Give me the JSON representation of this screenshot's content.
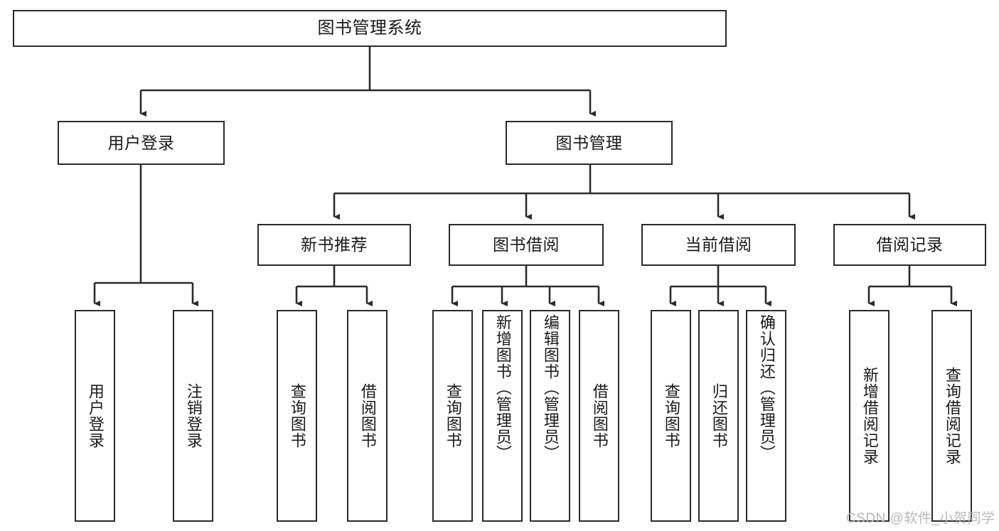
{
  "diagram": {
    "type": "tree",
    "title": "图书管理系统",
    "root": {
      "label": "图书管理系统"
    },
    "level2": [
      {
        "label": "用户登录"
      },
      {
        "label": "图书管理"
      }
    ],
    "level3": [
      {
        "label": "新书推荐"
      },
      {
        "label": "图书借阅"
      },
      {
        "label": "当前借阅"
      },
      {
        "label": "借阅记录"
      }
    ],
    "leaves": {
      "user_login": [
        {
          "label": "用户登录"
        },
        {
          "label": "注销登录"
        }
      ],
      "new_book_recommend": [
        {
          "label": "查询图书"
        },
        {
          "label": "借阅图书"
        }
      ],
      "book_borrow": [
        {
          "label": "查询图书"
        },
        {
          "label": "新增图书（管理员）"
        },
        {
          "label": "编辑图书（管理员）"
        },
        {
          "label": "借阅图书"
        }
      ],
      "current_borrow": [
        {
          "label": "查询图书"
        },
        {
          "label": "归还图书"
        },
        {
          "label": "确认归还（管理员）"
        }
      ],
      "borrow_record": [
        {
          "label": "新增借阅记录"
        },
        {
          "label": "查询借阅记录"
        }
      ]
    }
  },
  "watermark": {
    "text": "CSDN @软件_小贺同学"
  },
  "colors": {
    "border": "#2b2b2b",
    "background": "#ffffff",
    "text": "#1a1a1a",
    "watermark": "#b8b8b8"
  }
}
